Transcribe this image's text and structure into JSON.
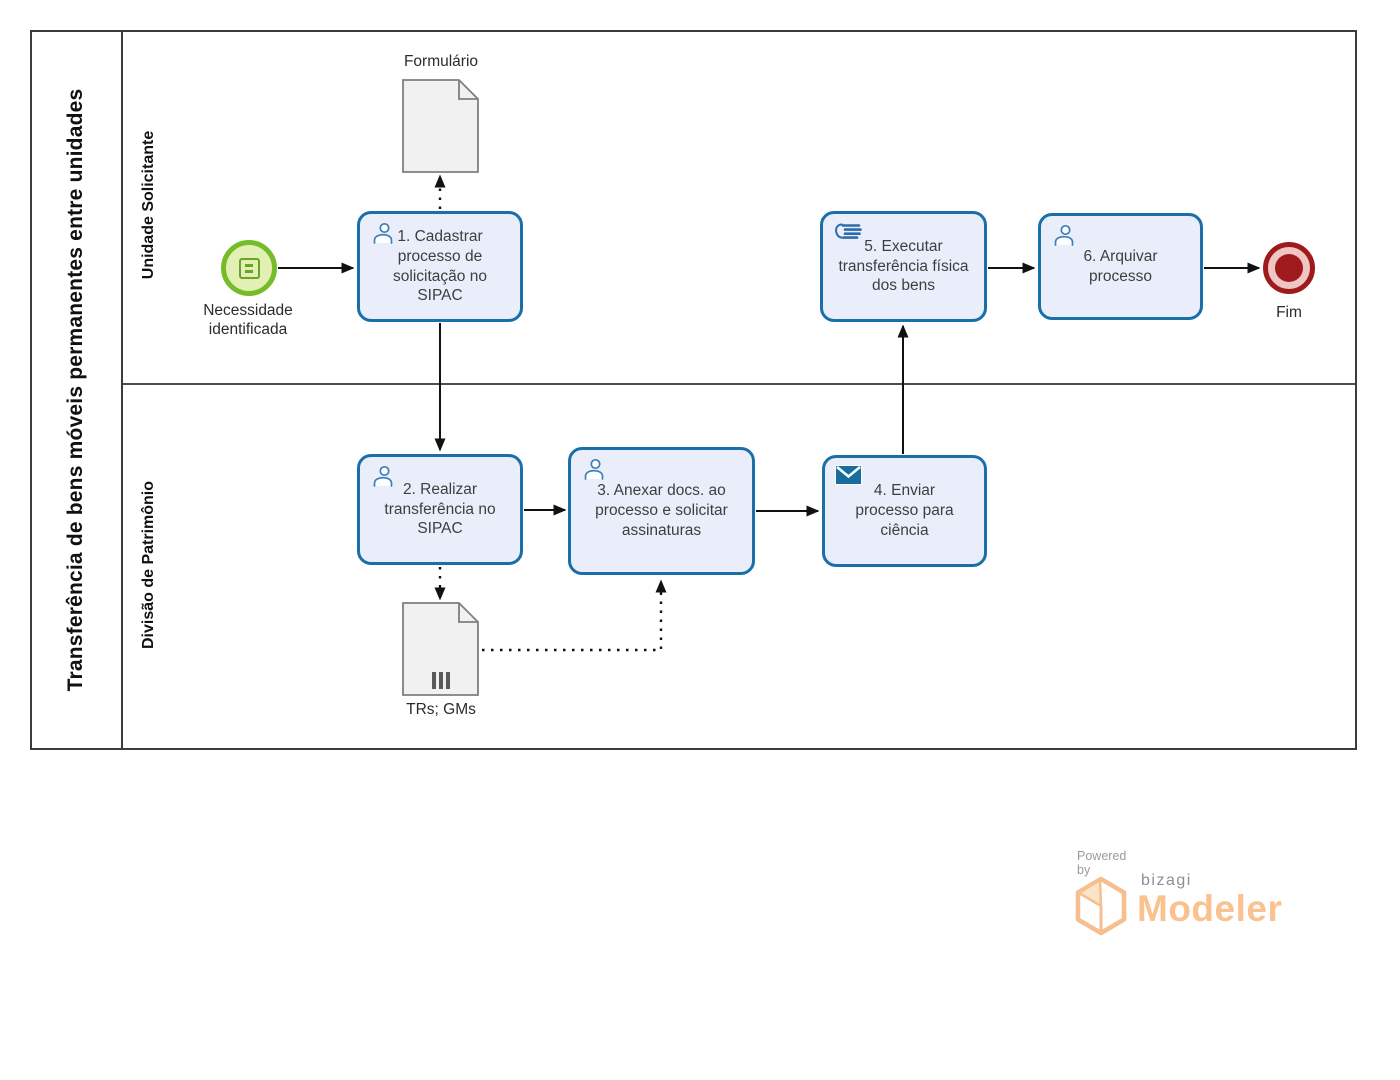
{
  "pool": {
    "title": "Transferência de bens móveis permanentes entre unidades"
  },
  "lanes": [
    {
      "label": "Unidade Solicitante"
    },
    {
      "label": "Divisão de Patrimônio"
    }
  ],
  "events": {
    "start": {
      "label": "Necessidade identificada",
      "type": "start-event"
    },
    "end": {
      "label": "Fim",
      "type": "end-event"
    }
  },
  "tasks": [
    {
      "label": "1. Cadastrar processo de solicitação no SIPAC",
      "icon": "user-icon",
      "lane": "Unidade Solicitante"
    },
    {
      "label": "2. Realizar transferência no SIPAC",
      "icon": "user-icon",
      "lane": "Divisão de Patrimônio"
    },
    {
      "label": "3. Anexar docs. ao processo e solicitar assinaturas",
      "icon": "user-icon",
      "lane": "Divisão de Patrimônio"
    },
    {
      "label": "4. Enviar processo para ciência",
      "icon": "send-envelope-icon",
      "lane": "Divisão de Patrimônio"
    },
    {
      "label": "5. Executar transferência física dos bens",
      "icon": "manual-hand-icon",
      "lane": "Unidade Solicitante"
    },
    {
      "label": "6. Arquivar processo",
      "icon": "user-icon",
      "lane": "Unidade Solicitante"
    }
  ],
  "data_objects": [
    {
      "label": "Formulário",
      "collection": false
    },
    {
      "label": "TRs; GMs",
      "collection": true
    }
  ],
  "branding": {
    "powered_by": "Powered by",
    "brand": "bizagi",
    "product": "Modeler"
  },
  "colors": {
    "task_fill": "#E9EEFA",
    "task_border": "#1A6FA8",
    "start_fill": "#E3F0B4",
    "start_border": "#74BC29",
    "end_red": "#9E1A1D",
    "end_pink": "#EFC6C4",
    "doc_fill": "#F1F1F1",
    "doc_border": "#7F7F7F",
    "flow_line": "#111111",
    "pool_border": "#3C3C3C",
    "icon_blue": "#3B7FB8",
    "brand_orange": "#F9C28E",
    "brand_gray": "#9B9B9B"
  }
}
